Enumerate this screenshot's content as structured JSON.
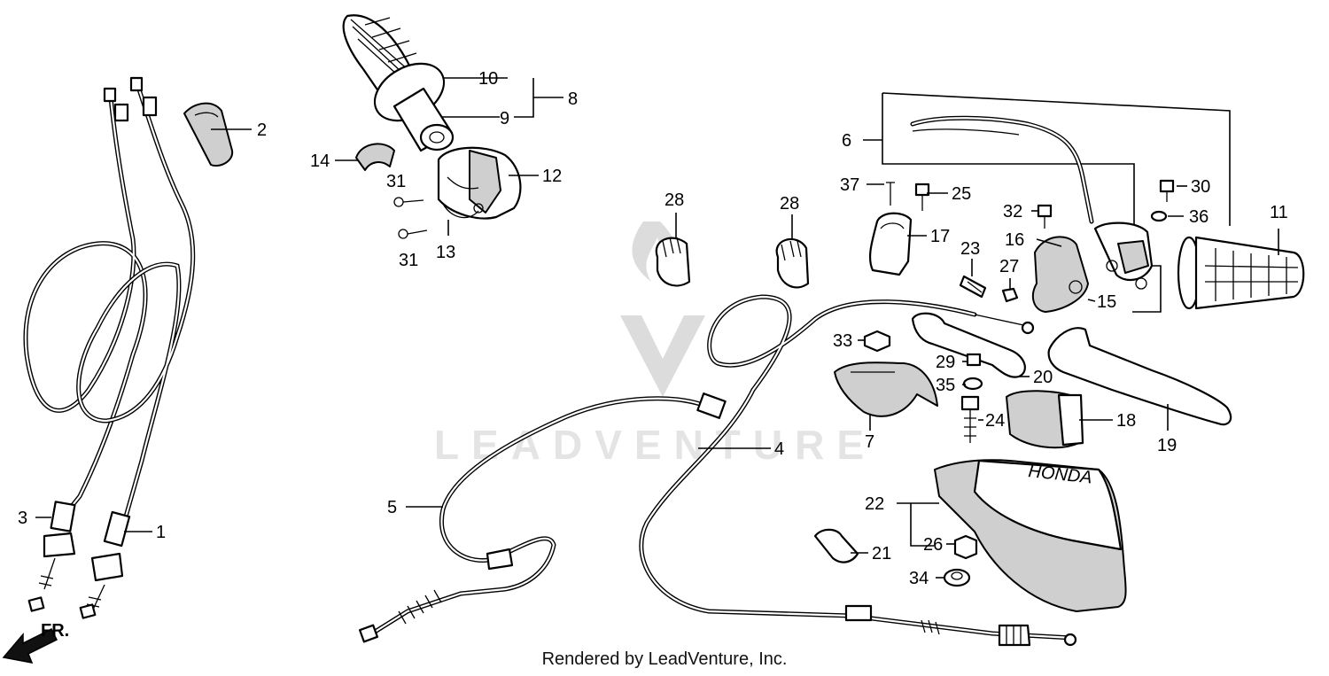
{
  "callouts": {
    "c1": "1",
    "c2": "2",
    "c3": "3",
    "c4": "4",
    "c5": "5",
    "c6": "6",
    "c7": "7",
    "c8": "8",
    "c9": "9",
    "c10": "10",
    "c11": "11",
    "c12": "12",
    "c13": "13",
    "c14": "14",
    "c15": "15",
    "c16": "16",
    "c17": "17",
    "c18": "18",
    "c19": "19",
    "c20": "20",
    "c21": "21",
    "c22": "22",
    "c23": "23",
    "c24": "24",
    "c25": "25",
    "c26": "26",
    "c27": "27",
    "c28a": "28",
    "c28b": "28",
    "c29": "29",
    "c30": "30",
    "c31a": "31",
    "c31b": "31",
    "c32": "32",
    "c33": "33",
    "c34": "34",
    "c35": "35",
    "c36": "36",
    "c37": "37"
  },
  "direction_label": "FR.",
  "guard_brand": "HONDA",
  "watermark_text": "LEADVENTURE",
  "footer": "Rendered by LeadVenture, Inc."
}
